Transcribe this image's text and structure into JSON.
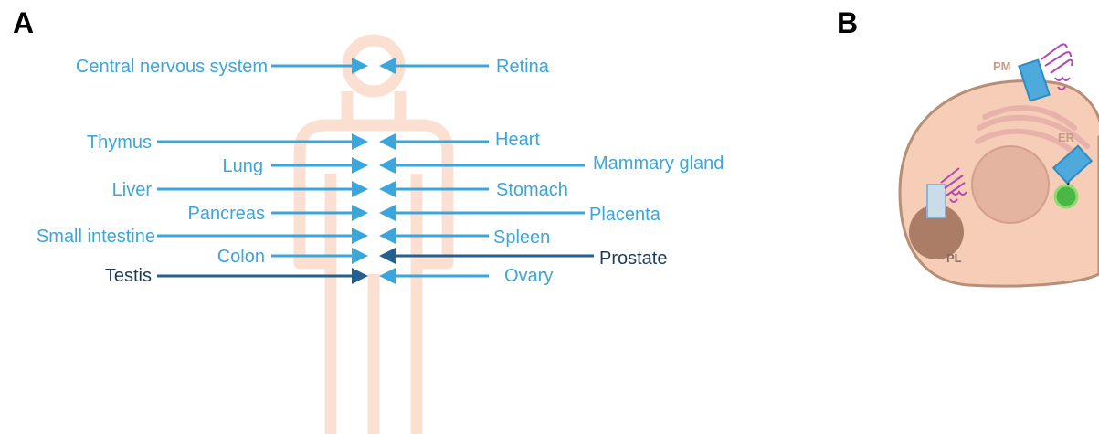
{
  "panels": {
    "a": "A",
    "b": "B"
  },
  "colors": {
    "light_arrow": "#3aa6dc",
    "dark_arrow": "#245f90",
    "body_outline": "#fbe0d2",
    "cell_fill": "#f6cdb6",
    "cell_border": "#b88e77",
    "receptor": "#b048b4",
    "box_fill": "#4eaadc"
  },
  "left_labels": [
    {
      "text": "Central nervous system",
      "dark": false
    },
    {
      "text": "Thymus",
      "dark": false
    },
    {
      "text": "Lung",
      "dark": false
    },
    {
      "text": "Liver",
      "dark": false
    },
    {
      "text": "Pancreas",
      "dark": false
    },
    {
      "text": "Small intestine",
      "dark": false
    },
    {
      "text": "Colon",
      "dark": false
    },
    {
      "text": "Testis",
      "dark": true
    }
  ],
  "right_labels": [
    {
      "text": "Retina",
      "dark": false
    },
    {
      "text": "Heart",
      "dark": false
    },
    {
      "text": "Mammary gland",
      "dark": false
    },
    {
      "text": "Stomach",
      "dark": false
    },
    {
      "text": "Placenta",
      "dark": false
    },
    {
      "text": "Spleen",
      "dark": false
    },
    {
      "text": "Prostate",
      "dark": true
    },
    {
      "text": "Ovary",
      "dark": false
    }
  ],
  "cell_labels": {
    "pm": "PM",
    "er": "ER",
    "pl": "PL"
  }
}
